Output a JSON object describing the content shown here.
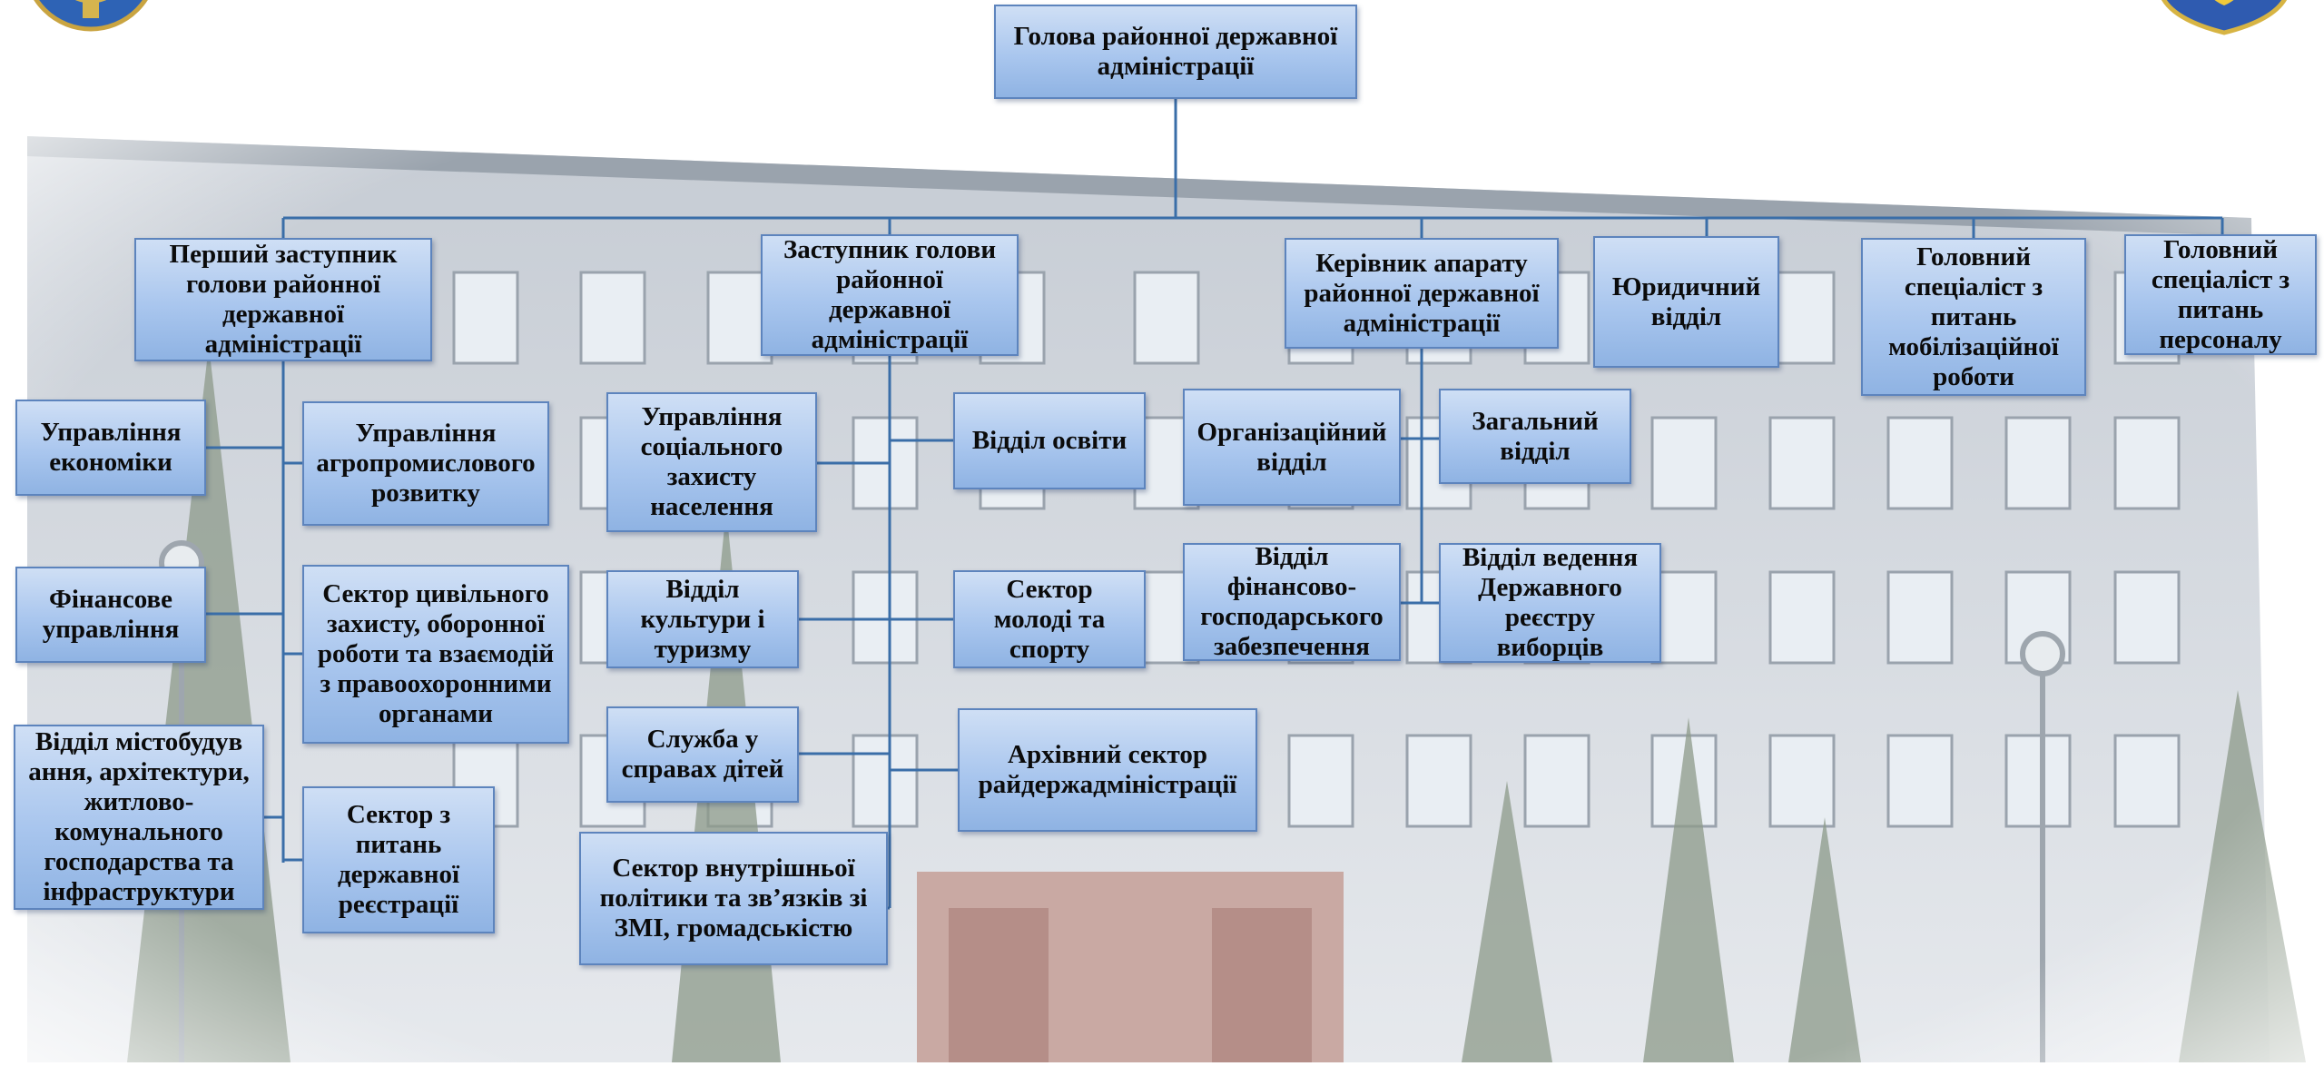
{
  "colors": {
    "connector": "#3a6ea8",
    "box_border": "#5d84bd",
    "box_top": "#cfdff5",
    "box_bottom": "#8fb3e3"
  },
  "logos": {
    "left": "coat-of-arms-emblem",
    "right": "coat-of-arms-shield"
  },
  "nodes": {
    "head": "Голова районної державної\nадміністрації",
    "first_deputy": "Перший заступник\nголови районної\nдержавної\nадміністрації",
    "deputy": "Заступник голови\nрайонної\nдержавної\nадміністрації",
    "chief_of_staff": "Керівник апарату\nрайонної державної\nадміністрації",
    "legal": "Юридичний\nвідділ",
    "mobilization": "Головний\nспеціаліст з\nпитань\nмобілізаційної\nроботи",
    "personnel": "Головний\nспеціаліст з\nпитань\nперсоналу",
    "economy": "Управління\nекономіки",
    "agro": "Управління\nагропромислового\nрозвитку",
    "finance": "Фінансове\nуправління",
    "civil_defense": "Сектор цивільного\nзахисту, оборонної\nроботи та взаємодій\nз правоохоронними\nорганами",
    "urban": "Відділ  містобудув\nання, архітектури,\nжитлово-\nкомунального\nгосподарства та\nінфраструктури",
    "registration": "Сектор з\nпитань\nдержавної\nреєстрації",
    "social": "Управління\nсоціального\nзахисту\nнаселення",
    "education": "Відділ  освіти",
    "culture": "Відділ\nкультури і\nтуризму",
    "youth": "Сектор\nмолоді та\nспорту",
    "children": "Служба у\nсправах дітей",
    "archive": "Архівний сектор\nрайдержадміністрації",
    "internal_policy": "Сектор внутрішньої\nполітики та зв’язків зі\nЗМІ,  громадськістю",
    "organizational": "Організаційний\nвідділ",
    "general": "Загальний\nвідділ",
    "fin_economic": "Відділ\nфінансово-\nгосподарського\nзабезпечення",
    "voter_registry": "Відділ ведення\nДержавного\nреєстру\nвиборців"
  }
}
